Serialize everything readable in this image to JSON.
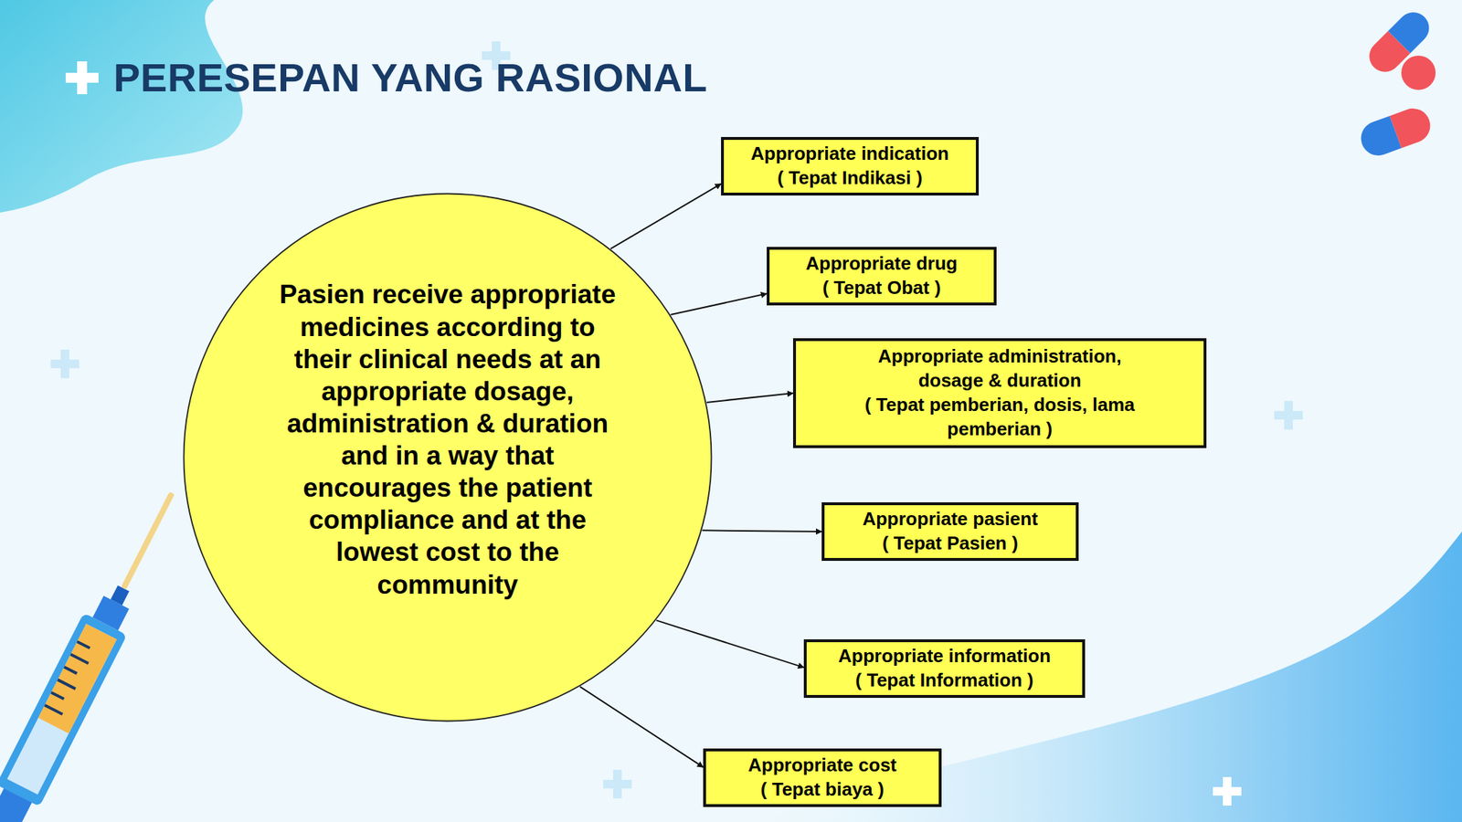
{
  "diagram": {
    "title": "PERESEPAN YANG RASIONAL",
    "nodes": [
      {
        "text": [
          "Pasien receive appropriate medicines according to their clinical needs at an appropriate dosage, administration & duration and in a way that encourages the patient compliance and at the lowest cost to the community"
        ]
      },
      {
        "text": [
          "Appropriate indication",
          "( Tepat Indikasi )"
        ]
      },
      {
        "text": [
          "Appropriate drug",
          "( Tepat Obat )"
        ]
      },
      {
        "text": [
          "Appropriate administration, dosage & duration",
          "( Tepat pemberian, dosis, lama pemberian )"
        ]
      },
      {
        "text": [
          "Appropriate pasient",
          "( Tepat Pasien )"
        ]
      },
      {
        "text": [
          "Appropriate information",
          "( Tepat Information )"
        ]
      },
      {
        "text": [
          "Appropriate cost",
          "( Tepat biaya )"
        ]
      }
    ],
    "edges": [
      {
        "from": 0,
        "to": 1,
        "arrow": "to"
      },
      {
        "from": 0,
        "to": 2,
        "arrow": "to"
      },
      {
        "from": 0,
        "to": 3,
        "arrow": "to"
      },
      {
        "from": 0,
        "to": 4,
        "arrow": "to"
      },
      {
        "from": 0,
        "to": 5,
        "arrow": "to"
      },
      {
        "from": 0,
        "to": 6,
        "arrow": "to"
      }
    ]
  }
}
